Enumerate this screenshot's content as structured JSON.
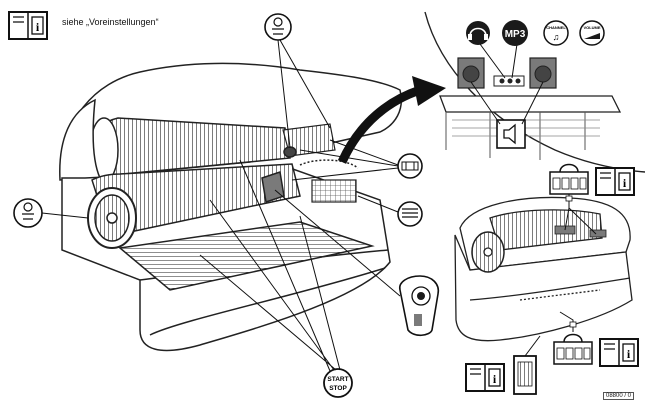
{
  "note": "siehe „Voreinstellungen“",
  "icons": {
    "mp3_label": "MP3",
    "channel_label": "CHANNEL",
    "volume_label": "VOLUME",
    "start_label": "START",
    "stop_label": "STOP",
    "info_glyph": "i"
  },
  "doc_id": "08800 / 0",
  "colors": {
    "line": "#222222",
    "fill": "#ffffff",
    "shade": "#7a7a7a",
    "dark": "#1a1a1a"
  }
}
